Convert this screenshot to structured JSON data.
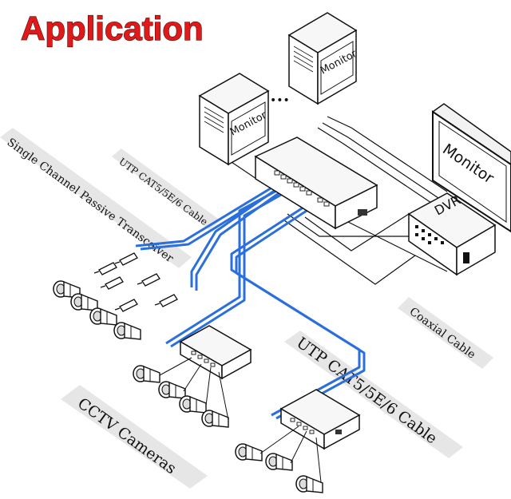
{
  "title": "Application",
  "labels": {
    "monitor_1": "Monitor",
    "monitor_2": "Monitor",
    "monitor_3": "Monitor",
    "dvr": "DVR",
    "ellipsis": "•••",
    "passive_transceiver": "Single Channel Passive Transceiver",
    "utp_cable_small": "UTP CAT5/5E/6 Cable",
    "utp_cable_large": "UTP CAT5/5E/6 Cable",
    "coaxial_cable": "Coaxial Cable",
    "cctv_cameras": "CCTV Cameras"
  },
  "colors": {
    "title": "#e01a1a",
    "utp_cable": "#2a6fdb",
    "band": "#e6e6e6"
  }
}
